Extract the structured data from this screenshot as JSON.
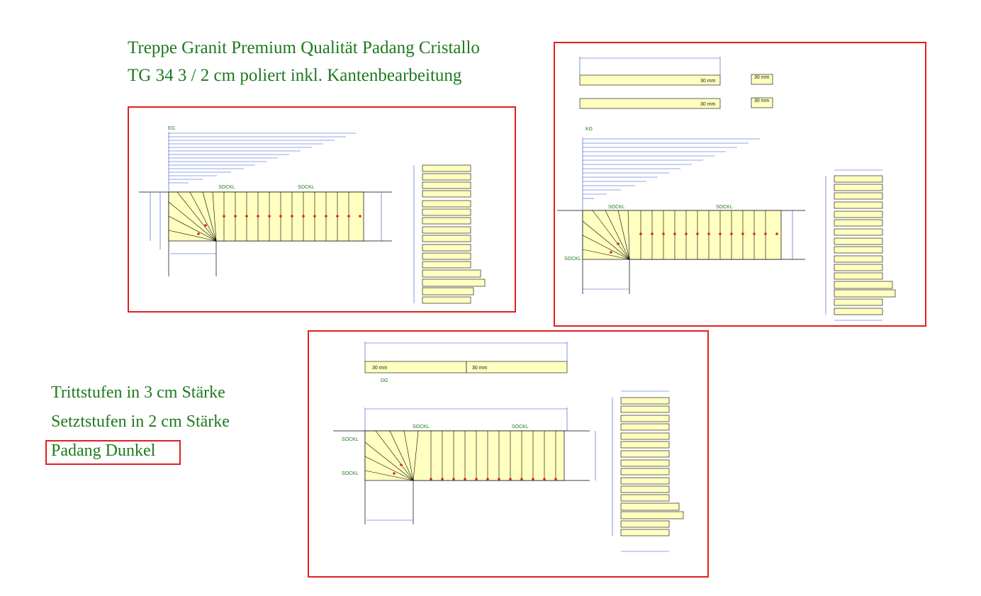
{
  "header": {
    "line1": "Treppe Granit Premium Qualität Padang Cristallo",
    "line2": "TG 34 3 / 2 cm poliert inkl. Kantenbearbeitung"
  },
  "notes": {
    "line1": "Trittstufen in 3 cm Stärke",
    "line2": "Setztstufen in 2 cm Stärke",
    "line3": "Padang Dunkel"
  },
  "drawings": {
    "eg": {
      "floor_label": "EG",
      "sockel_label_1": "SOCKL",
      "sockel_label_2": "SOCKL"
    },
    "kg": {
      "floor_label": "KG",
      "sockel_label_1": "SOCKL",
      "sockel_label_2": "SOCKL",
      "sockel_label_3": "SOCKL",
      "plate_label_1": "30 mm",
      "plate_label_2": "30 mm",
      "plate_label_3": "30 mm",
      "plate_label_4": "30 mm"
    },
    "dg": {
      "floor_label": "DG",
      "sockel_label_1": "SOCKL",
      "sockel_label_2": "SOCKL",
      "sockel_label_3": "SOCKL",
      "sockel_label_4": "SOCKL",
      "plate_label_1": "30 mm",
      "plate_label_2": "30 mm"
    }
  },
  "colors": {
    "title_green": "#1e7a1e",
    "frame_red": "#e02020",
    "stone_fill": "#ffffc0",
    "dim_blue": "#2a4fd0"
  }
}
